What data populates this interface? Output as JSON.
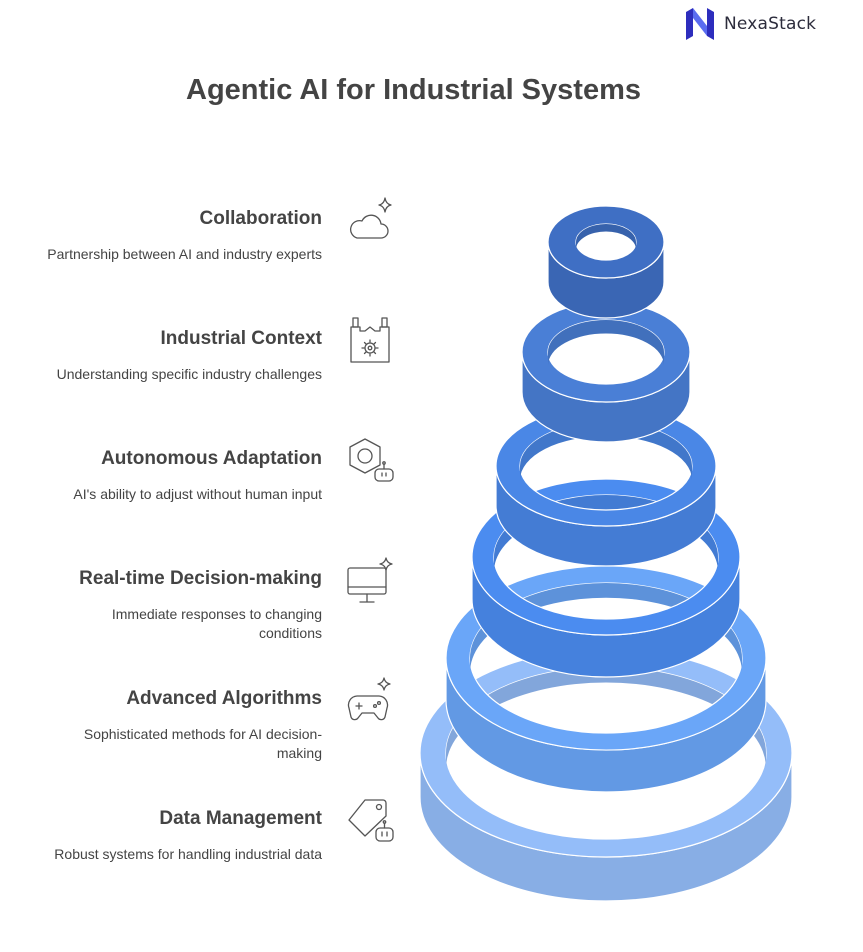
{
  "brand": {
    "name": "NexaStack",
    "logo_colors": [
      "#2d2dbd",
      "#5a6cf0"
    ]
  },
  "title": "Agentic AI for Industrial Systems",
  "layers": [
    {
      "title": "Collaboration",
      "description": "Partnership between AI and industry experts",
      "icon": "cloud-sparkle-icon",
      "color": "#3f6fc4"
    },
    {
      "title": "Industrial Context",
      "description": "Understanding specific industry challenges",
      "icon": "factory-gear-icon",
      "color": "#4a7fd6"
    },
    {
      "title": "Autonomous Adaptation",
      "description": "AI's ability to adjust without human input",
      "icon": "hexagon-robot-icon",
      "color": "#4a87e6"
    },
    {
      "title": "Real-time Decision-making",
      "description": "Immediate responses to changing conditions",
      "icon": "monitor-sparkle-icon",
      "color": "#4b8cf0"
    },
    {
      "title": "Advanced Algorithms",
      "description": "Sophisticated methods for AI decision-making",
      "icon": "gamepad-sparkle-icon",
      "color": "#6aa6f8"
    },
    {
      "title": "Data Management",
      "description": "Robust systems for handling industrial data",
      "icon": "tag-robot-icon",
      "color": "#94bdf9"
    }
  ]
}
